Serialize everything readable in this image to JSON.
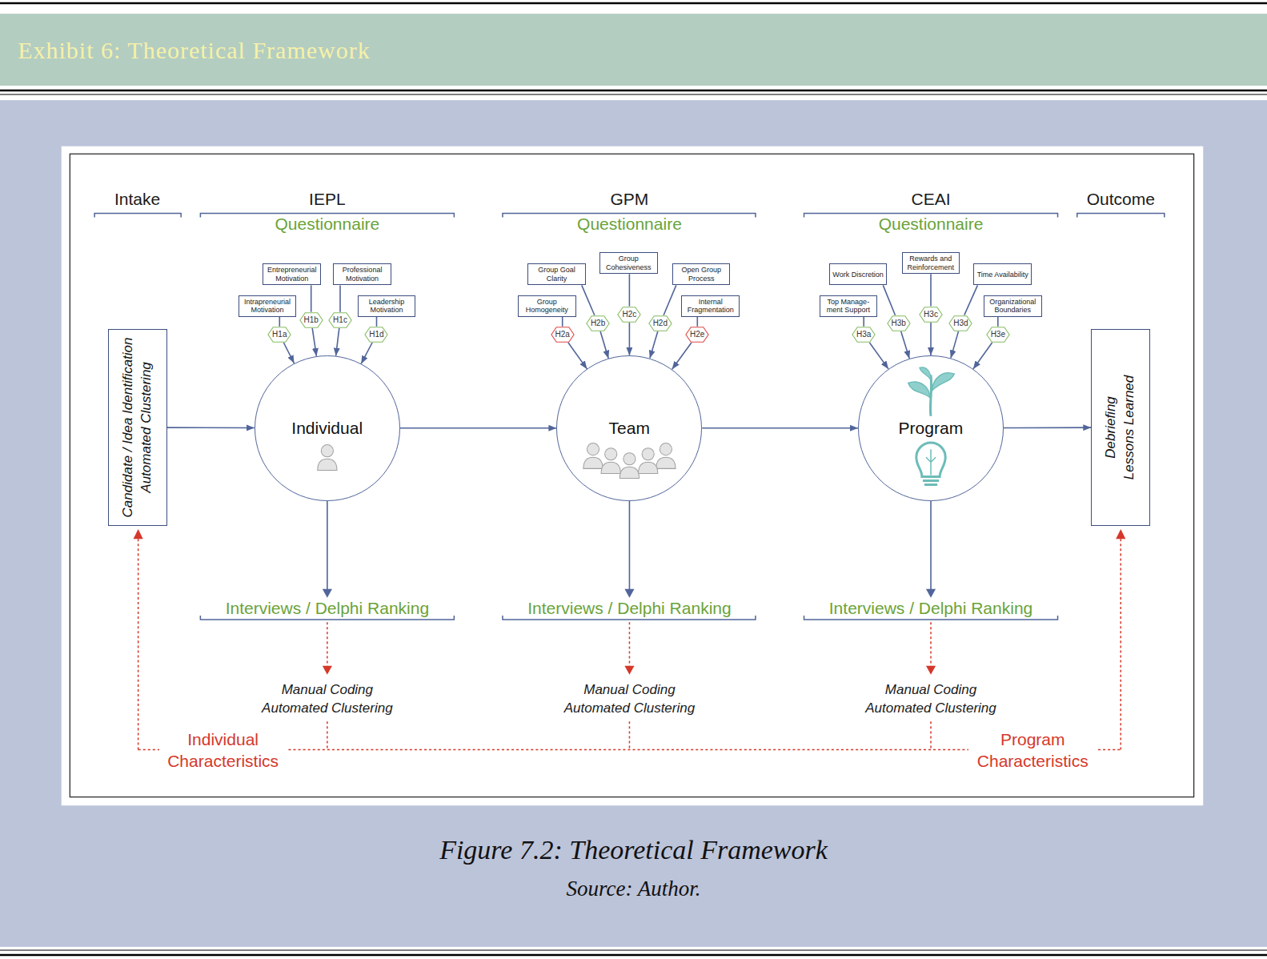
{
  "diagram": {
    "title": "Exhibit 6: Theoretical Framework",
    "caption": "Figure 7.2: Theoretical Framework",
    "nodes": [
      {
        "text": [
          "Candidate / Idea Identification",
          "Automated Clustering"
        ]
      },
      {
        "text": [
          "Entrepreneurial Motivation"
        ]
      },
      {
        "text": [
          "Professional Motivation"
        ]
      },
      {
        "text": [
          "Intrapreneurial Motivation"
        ]
      },
      {
        "text": [
          "Leadership Motivation"
        ]
      },
      {
        "text": [
          "H1a"
        ]
      },
      {
        "text": [
          "H1b"
        ]
      },
      {
        "text": [
          "H1c"
        ]
      },
      {
        "text": [
          "H1d"
        ]
      },
      {
        "text": [
          "Individual"
        ]
      },
      {
        "text": [
          "Group Goal Clarity"
        ]
      },
      {
        "text": [
          "Group Cohesiveness"
        ]
      },
      {
        "text": [
          "Open Group Process"
        ]
      },
      {
        "text": [
          "Group Homogeneity"
        ]
      },
      {
        "text": [
          "Internal Fragmentation"
        ]
      },
      {
        "text": [
          "H2a"
        ]
      },
      {
        "text": [
          "H2b"
        ]
      },
      {
        "text": [
          "H2c"
        ]
      },
      {
        "text": [
          "H2d"
        ]
      },
      {
        "text": [
          "H2e"
        ]
      },
      {
        "text": [
          "Team"
        ]
      },
      {
        "text": [
          "Work Discretion"
        ]
      },
      {
        "text": [
          "Rewards and Reinforcement"
        ]
      },
      {
        "text": [
          "Time Availability"
        ]
      },
      {
        "text": [
          "Top Manage- ment Support"
        ]
      },
      {
        "text": [
          "Organizational Boundaries"
        ]
      },
      {
        "text": [
          "H3a"
        ]
      },
      {
        "text": [
          "H3b"
        ]
      },
      {
        "text": [
          "H3c"
        ]
      },
      {
        "text": [
          "H3d"
        ]
      },
      {
        "text": [
          "H3e"
        ]
      },
      {
        "text": [
          "Program"
        ]
      },
      {
        "text": [
          "Debriefing",
          "Lessons Learned"
        ]
      }
    ],
    "edges": [
      {
        "from": 0,
        "to": 9,
        "arrow": "to"
      },
      {
        "from": 9,
        "to": 20,
        "arrow": "to"
      },
      {
        "from": 20,
        "to": 31,
        "arrow": "to"
      },
      {
        "from": 31,
        "to": 32,
        "arrow": "to"
      },
      {
        "from": 3,
        "to": 5,
        "arrow": "none"
      },
      {
        "from": 1,
        "to": 6,
        "arrow": "none"
      },
      {
        "from": 2,
        "to": 7,
        "arrow": "none"
      },
      {
        "from": 4,
        "to": 8,
        "arrow": "none"
      },
      {
        "from": 5,
        "to": 9,
        "arrow": "to"
      },
      {
        "from": 6,
        "to": 9,
        "arrow": "to"
      },
      {
        "from": 7,
        "to": 9,
        "arrow": "to"
      },
      {
        "from": 8,
        "to": 9,
        "arrow": "to"
      },
      {
        "from": 13,
        "to": 15,
        "arrow": "none"
      },
      {
        "from": 10,
        "to": 16,
        "arrow": "none"
      },
      {
        "from": 11,
        "to": 17,
        "arrow": "none"
      },
      {
        "from": 12,
        "to": 18,
        "arrow": "none"
      },
      {
        "from": 14,
        "to": 19,
        "arrow": "none"
      },
      {
        "from": 15,
        "to": 20,
        "arrow": "to"
      },
      {
        "from": 16,
        "to": 20,
        "arrow": "to"
      },
      {
        "from": 17,
        "to": 20,
        "arrow": "to"
      },
      {
        "from": 18,
        "to": 20,
        "arrow": "to"
      },
      {
        "from": 19,
        "to": 20,
        "arrow": "to"
      },
      {
        "from": 24,
        "to": 26,
        "arrow": "none"
      },
      {
        "from": 21,
        "to": 27,
        "arrow": "none"
      },
      {
        "from": 22,
        "to": 28,
        "arrow": "none"
      },
      {
        "from": 23,
        "to": 29,
        "arrow": "none"
      },
      {
        "from": 25,
        "to": 30,
        "arrow": "none"
      },
      {
        "from": 26,
        "to": 31,
        "arrow": "to"
      },
      {
        "from": 27,
        "to": 31,
        "arrow": "to"
      },
      {
        "from": 28,
        "to": 31,
        "arrow": "to"
      },
      {
        "from": 29,
        "to": 31,
        "arrow": "to"
      },
      {
        "from": 30,
        "to": 31,
        "arrow": "to"
      }
    ],
    "labels": [
      "Intake",
      "IEPL",
      "GPM",
      "CEAI",
      "Outcome",
      "Questionnaire",
      "Questionnaire",
      "Questionnaire",
      "Interviews / Delphi Ranking",
      "Interviews / Delphi Ranking",
      "Interviews / Delphi Ranking",
      "Manual Coding",
      "Automated Clustering",
      "Manual Coding",
      "Automated Clustering",
      "Manual Coding",
      "Automated Clustering",
      "Individual Characteristics",
      "Program Characteristics",
      "Source: Author."
    ]
  }
}
